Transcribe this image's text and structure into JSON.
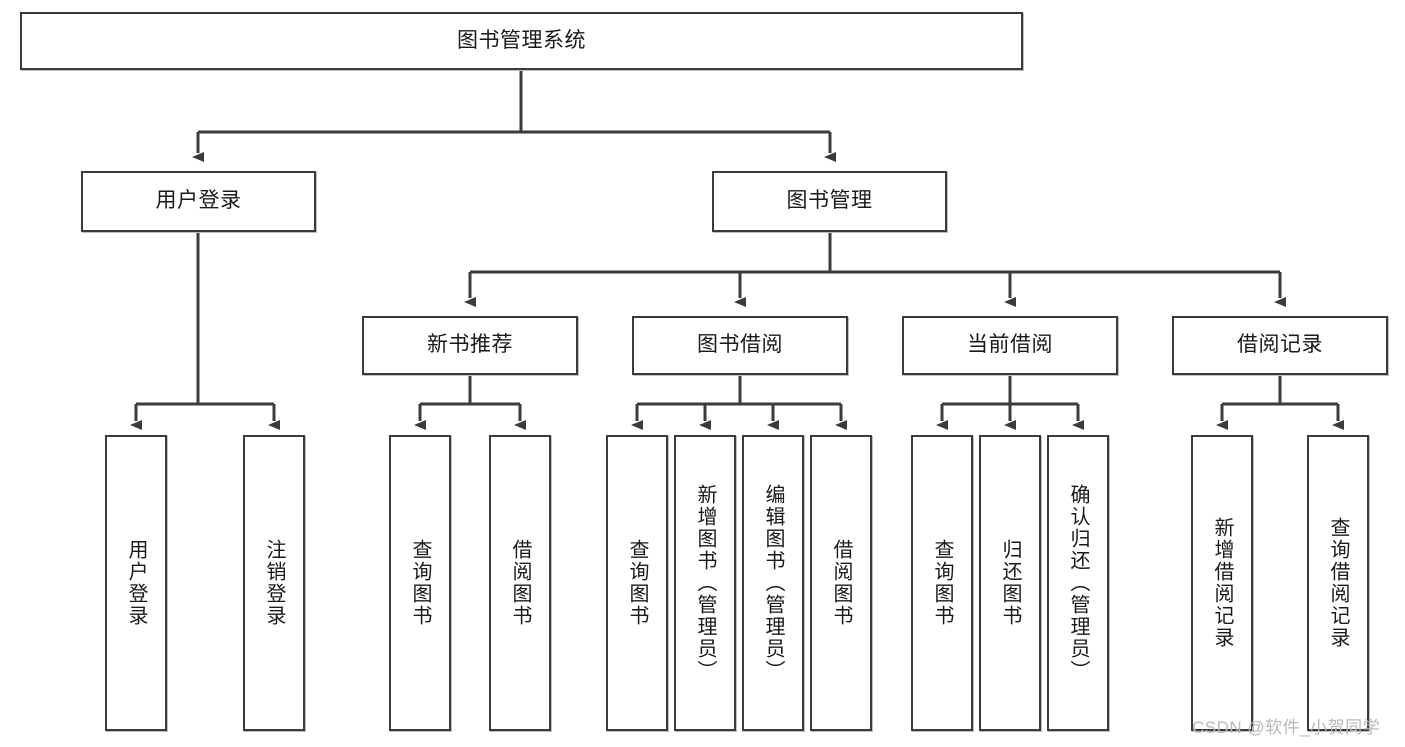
{
  "diagram": {
    "type": "tree-hierarchy",
    "title": "图书管理系统",
    "watermark": "CSDN @软件_小贺同学",
    "colors": {
      "box_border": "#3b3b3b",
      "box_fill": "#ffffff",
      "connector": "#3b3b3b",
      "text": "#1a1a1a",
      "watermark": "#b9b9b9",
      "background": "#ffffff"
    },
    "nodes": {
      "root": {
        "label": "图书管理系统",
        "level": 1,
        "orientation": "horizontal"
      },
      "user_login": {
        "label": "用户登录",
        "level": 2,
        "orientation": "horizontal"
      },
      "book_manage": {
        "label": "图书管理",
        "level": 2,
        "orientation": "horizontal"
      },
      "new_book_rec": {
        "label": "新书推荐",
        "level": 3,
        "orientation": "horizontal"
      },
      "book_borrow": {
        "label": "图书借阅",
        "level": 3,
        "orientation": "horizontal"
      },
      "current_borrow": {
        "label": "当前借阅",
        "level": 3,
        "orientation": "horizontal"
      },
      "borrow_record": {
        "label": "借阅记录",
        "level": 3,
        "orientation": "horizontal"
      },
      "leaf_user_login": {
        "label": "用户登录",
        "level": 4,
        "orientation": "vertical"
      },
      "leaf_logout": {
        "label": "注销登录",
        "level": 4,
        "orientation": "vertical"
      },
      "leaf_query_book_a": {
        "label": "查询图书",
        "level": 4,
        "orientation": "vertical"
      },
      "leaf_borrow_book_a": {
        "label": "借阅图书",
        "level": 4,
        "orientation": "vertical"
      },
      "leaf_query_book_b": {
        "label": "查询图书",
        "level": 4,
        "orientation": "vertical"
      },
      "leaf_add_book": {
        "label": "新增图书（管理员）",
        "level": 4,
        "orientation": "vertical"
      },
      "leaf_edit_book": {
        "label": "编辑图书（管理员）",
        "level": 4,
        "orientation": "vertical"
      },
      "leaf_borrow_book_b": {
        "label": "借阅图书",
        "level": 4,
        "orientation": "vertical"
      },
      "leaf_query_book_c": {
        "label": "查询图书",
        "level": 4,
        "orientation": "vertical"
      },
      "leaf_return_book": {
        "label": "归还图书",
        "level": 4,
        "orientation": "vertical"
      },
      "leaf_confirm_return": {
        "label": "确认归还（管理员）",
        "level": 4,
        "orientation": "vertical"
      },
      "leaf_add_record": {
        "label": "新增借阅记录",
        "level": 4,
        "orientation": "vertical"
      },
      "leaf_query_record": {
        "label": "查询借阅记录",
        "level": 4,
        "orientation": "vertical"
      }
    },
    "edges": [
      {
        "from": "root",
        "to": "user_login"
      },
      {
        "from": "root",
        "to": "book_manage"
      },
      {
        "from": "book_manage",
        "to": "new_book_rec"
      },
      {
        "from": "book_manage",
        "to": "book_borrow"
      },
      {
        "from": "book_manage",
        "to": "current_borrow"
      },
      {
        "from": "book_manage",
        "to": "borrow_record"
      },
      {
        "from": "user_login",
        "to": "leaf_user_login"
      },
      {
        "from": "user_login",
        "to": "leaf_logout"
      },
      {
        "from": "new_book_rec",
        "to": "leaf_query_book_a"
      },
      {
        "from": "new_book_rec",
        "to": "leaf_borrow_book_a"
      },
      {
        "from": "book_borrow",
        "to": "leaf_query_book_b"
      },
      {
        "from": "book_borrow",
        "to": "leaf_add_book"
      },
      {
        "from": "book_borrow",
        "to": "leaf_edit_book"
      },
      {
        "from": "book_borrow",
        "to": "leaf_borrow_book_b"
      },
      {
        "from": "current_borrow",
        "to": "leaf_query_book_c"
      },
      {
        "from": "current_borrow",
        "to": "leaf_return_book"
      },
      {
        "from": "current_borrow",
        "to": "leaf_confirm_return"
      },
      {
        "from": "borrow_record",
        "to": "leaf_add_record"
      },
      {
        "from": "borrow_record",
        "to": "leaf_query_record"
      }
    ]
  }
}
